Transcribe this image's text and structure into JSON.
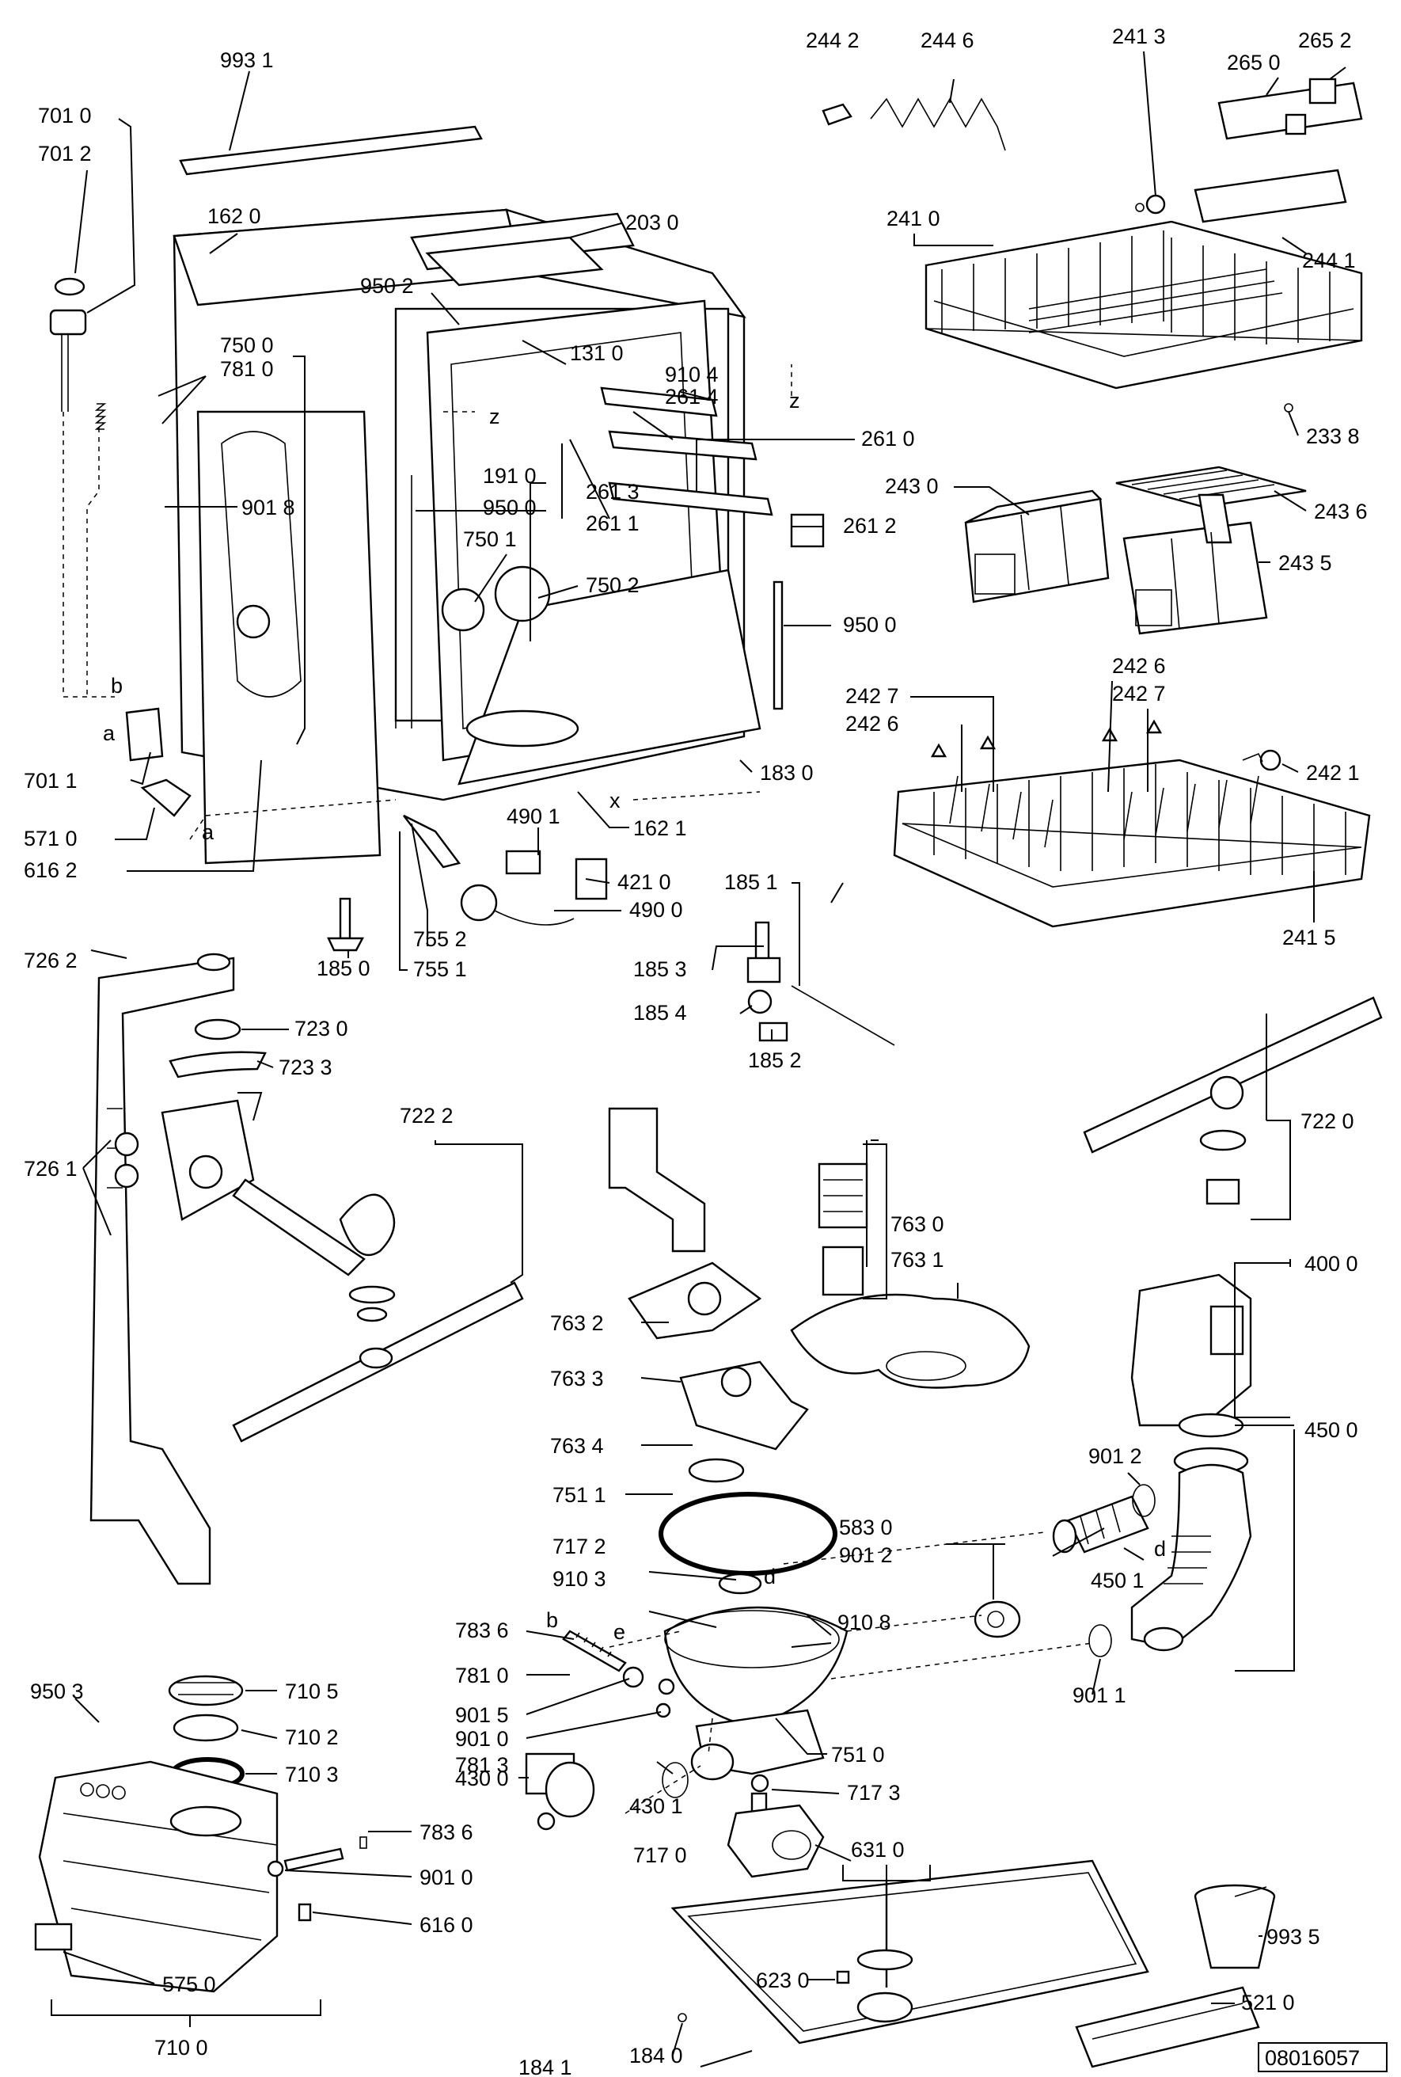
{
  "drawing_id": "08016057",
  "labels": [
    {
      "id": "l9931",
      "text": "993 1"
    },
    {
      "id": "l7010",
      "text": "701 0"
    },
    {
      "id": "l7012",
      "text": "701 2"
    },
    {
      "id": "l1620",
      "text": "162 0"
    },
    {
      "id": "l2030",
      "text": "203 0"
    },
    {
      "id": "l9502",
      "text": "950 2"
    },
    {
      "id": "l7500",
      "text": "750 0"
    },
    {
      "id": "l7810a",
      "text": "781 0"
    },
    {
      "id": "l1310",
      "text": "131 0"
    },
    {
      "id": "l9104",
      "text": "910 4"
    },
    {
      "id": "l2614",
      "text": "261 4"
    },
    {
      "id": "l2610",
      "text": "261 0"
    },
    {
      "id": "l1910",
      "text": "191 0"
    },
    {
      "id": "l9018",
      "text": "901 8"
    },
    {
      "id": "l9500a",
      "text": "950 0"
    },
    {
      "id": "l2613",
      "text": "261 3"
    },
    {
      "id": "l2611",
      "text": "261 1"
    },
    {
      "id": "l2612",
      "text": "261 2"
    },
    {
      "id": "l7501",
      "text": "750 1"
    },
    {
      "id": "l7502",
      "text": "750 2"
    },
    {
      "id": "l9500b",
      "text": "950 0"
    },
    {
      "id": "l1830",
      "text": "183 0"
    },
    {
      "id": "l7011",
      "text": "701 1"
    },
    {
      "id": "l5710",
      "text": "571 0"
    },
    {
      "id": "l6162",
      "text": "616 2"
    },
    {
      "id": "l4901",
      "text": "490 1"
    },
    {
      "id": "l1621",
      "text": "162 1"
    },
    {
      "id": "l4210",
      "text": "421 0"
    },
    {
      "id": "l4900",
      "text": "490 0"
    },
    {
      "id": "l1850",
      "text": "185 0"
    },
    {
      "id": "l7552",
      "text": "755 2"
    },
    {
      "id": "l7551",
      "text": "755 1"
    },
    {
      "id": "l1851",
      "text": "185 1"
    },
    {
      "id": "l1853",
      "text": "185 3"
    },
    {
      "id": "l1854",
      "text": "185 4"
    },
    {
      "id": "l1852",
      "text": "185 2"
    },
    {
      "id": "l2442",
      "text": "244 2"
    },
    {
      "id": "l2446",
      "text": "244 6"
    },
    {
      "id": "l2413",
      "text": "241 3"
    },
    {
      "id": "l2652",
      "text": "265 2"
    },
    {
      "id": "l2650",
      "text": "265 0"
    },
    {
      "id": "l2410",
      "text": "241 0"
    },
    {
      "id": "l2441",
      "text": "244 1"
    },
    {
      "id": "l2338",
      "text": "233 8"
    },
    {
      "id": "l2430",
      "text": "243 0"
    },
    {
      "id": "l2436",
      "text": "243 6"
    },
    {
      "id": "l2435",
      "text": "243 5"
    },
    {
      "id": "l2427a",
      "text": "242 7"
    },
    {
      "id": "l2426a",
      "text": "242 6"
    },
    {
      "id": "l2426b",
      "text": "242 6"
    },
    {
      "id": "l2427b",
      "text": "242 7"
    },
    {
      "id": "l2421",
      "text": "242 1"
    },
    {
      "id": "l2415",
      "text": "241 5"
    },
    {
      "id": "l7262",
      "text": "726 2"
    },
    {
      "id": "l7230",
      "text": "723 0"
    },
    {
      "id": "l7233",
      "text": "723 3"
    },
    {
      "id": "l7222",
      "text": "722 2"
    },
    {
      "id": "l7261",
      "text": "726 1"
    },
    {
      "id": "l7220",
      "text": "722 0"
    },
    {
      "id": "l7630",
      "text": "763 0"
    },
    {
      "id": "l7631",
      "text": "763 1"
    },
    {
      "id": "l7632",
      "text": "763 2"
    },
    {
      "id": "l7633",
      "text": "763 3"
    },
    {
      "id": "l7634",
      "text": "763 4"
    },
    {
      "id": "l4000",
      "text": "400 0"
    },
    {
      "id": "l9012a",
      "text": "901 2"
    },
    {
      "id": "l4500",
      "text": "450 0"
    },
    {
      "id": "l7511",
      "text": "751 1"
    },
    {
      "id": "l5830",
      "text": "583 0"
    },
    {
      "id": "l7172",
      "text": "717 2"
    },
    {
      "id": "l9012b",
      "text": "901 2"
    },
    {
      "id": "l9103",
      "text": "910 3"
    },
    {
      "id": "l4501",
      "text": "450 1"
    },
    {
      "id": "l7836a",
      "text": "783 6"
    },
    {
      "id": "l9108",
      "text": "910 8"
    },
    {
      "id": "l7810b",
      "text": "781 0"
    },
    {
      "id": "l9015",
      "text": "901 5"
    },
    {
      "id": "l9011",
      "text": "901 1"
    },
    {
      "id": "l9010a",
      "text": "901 0"
    },
    {
      "id": "l7813",
      "text": "781 3"
    },
    {
      "id": "l7510",
      "text": "751 0"
    },
    {
      "id": "l9503",
      "text": "950 3"
    },
    {
      "id": "l7105",
      "text": "710 5"
    },
    {
      "id": "l7102",
      "text": "710 2"
    },
    {
      "id": "l7103",
      "text": "710 3"
    },
    {
      "id": "l4300",
      "text": "430 0"
    },
    {
      "id": "l4301",
      "text": "430 1"
    },
    {
      "id": "l7173",
      "text": "717 3"
    },
    {
      "id": "l7836b",
      "text": "783 6"
    },
    {
      "id": "l7170",
      "text": "717 0"
    },
    {
      "id": "l6310",
      "text": "631 0"
    },
    {
      "id": "l9010b",
      "text": "901 0"
    },
    {
      "id": "l6160",
      "text": "616 0"
    },
    {
      "id": "l9935",
      "text": "993 5"
    },
    {
      "id": "l5750",
      "text": "575 0"
    },
    {
      "id": "l6230",
      "text": "623 0"
    },
    {
      "id": "l5210",
      "text": "521 0"
    },
    {
      "id": "l7100",
      "text": "710 0"
    },
    {
      "id": "l1841",
      "text": "184 1"
    },
    {
      "id": "l1840",
      "text": "184 0"
    }
  ],
  "callout_letters": [
    {
      "id": "cb",
      "text": "b"
    },
    {
      "id": "ca1",
      "text": "a"
    },
    {
      "id": "ca2",
      "text": "a"
    },
    {
      "id": "cz1",
      "text": "z"
    },
    {
      "id": "cz2",
      "text": "z"
    },
    {
      "id": "cx",
      "text": "x"
    },
    {
      "id": "cd1",
      "text": "d"
    },
    {
      "id": "cd2",
      "text": "d"
    },
    {
      "id": "cb2",
      "text": "b"
    },
    {
      "id": "ce",
      "text": "e"
    }
  ],
  "icons": [
    "diagram-part-icon",
    "basket-icon",
    "spray-arm-icon",
    "tub-icon",
    "pump-icon",
    "filter-icon"
  ]
}
